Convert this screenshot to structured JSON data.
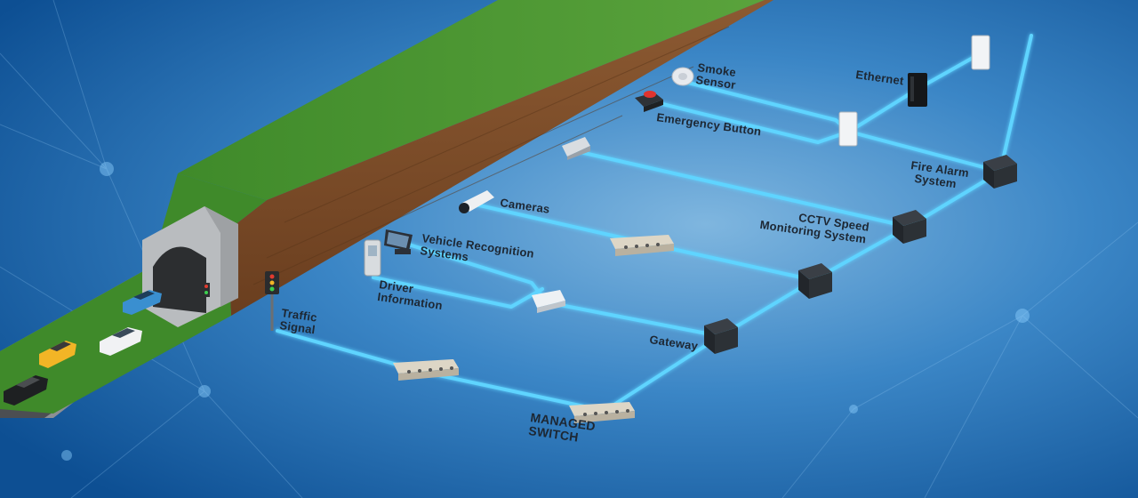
{
  "labels": {
    "smoke_sensor": [
      "Smoke",
      "Sensor"
    ],
    "ethernet": "Ethernet",
    "emergency_button": "Emergency Button",
    "fire_alarm": [
      "Fire Alarm",
      "System"
    ],
    "cameras": "Cameras",
    "cctv": [
      "CCTV Speed",
      "Monitoring System"
    ],
    "vehicle_recognition": [
      "Vehicle Recognition",
      "Systems"
    ],
    "driver_information": [
      "Driver",
      "Information"
    ],
    "traffic_signal": [
      "Traffic",
      "Signal"
    ],
    "gateway": "Gateway",
    "managed_switch": [
      "MANAGED",
      "SWITCH"
    ]
  },
  "colors": {
    "background": "#1565a8",
    "link": "#5fd4ff",
    "grass": "#4f9a35",
    "soil": "#7a4a26",
    "label": "#1d2733"
  }
}
